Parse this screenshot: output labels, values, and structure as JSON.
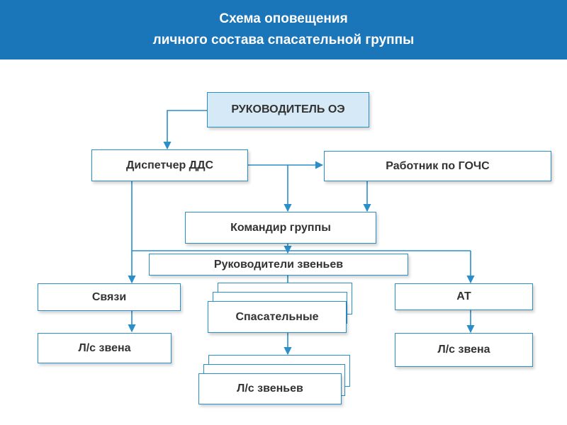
{
  "header": {
    "title_line1": "Схема оповещения",
    "title_line2": "личного состава спасательной группы"
  },
  "nodes": {
    "head_oe": "РУКОВОДИТЕЛЬ ОЭ",
    "dispatcher": "Диспетчер ДДС",
    "gochs_worker": "Работник по ГОЧС",
    "group_commander": "Командир группы",
    "unit_leaders": "Руководители  звеньев",
    "comms": "Связи",
    "rescue": "Спасательные",
    "at": "АТ",
    "ls_unit_comms": "Л/с звена",
    "ls_units_rescue": "Л/с звеньев",
    "ls_unit_at": "Л/с звена"
  },
  "colors": {
    "banner": "#1b75b9",
    "line": "#2a8ec8",
    "highlight_fill": "#d6e9f6"
  }
}
